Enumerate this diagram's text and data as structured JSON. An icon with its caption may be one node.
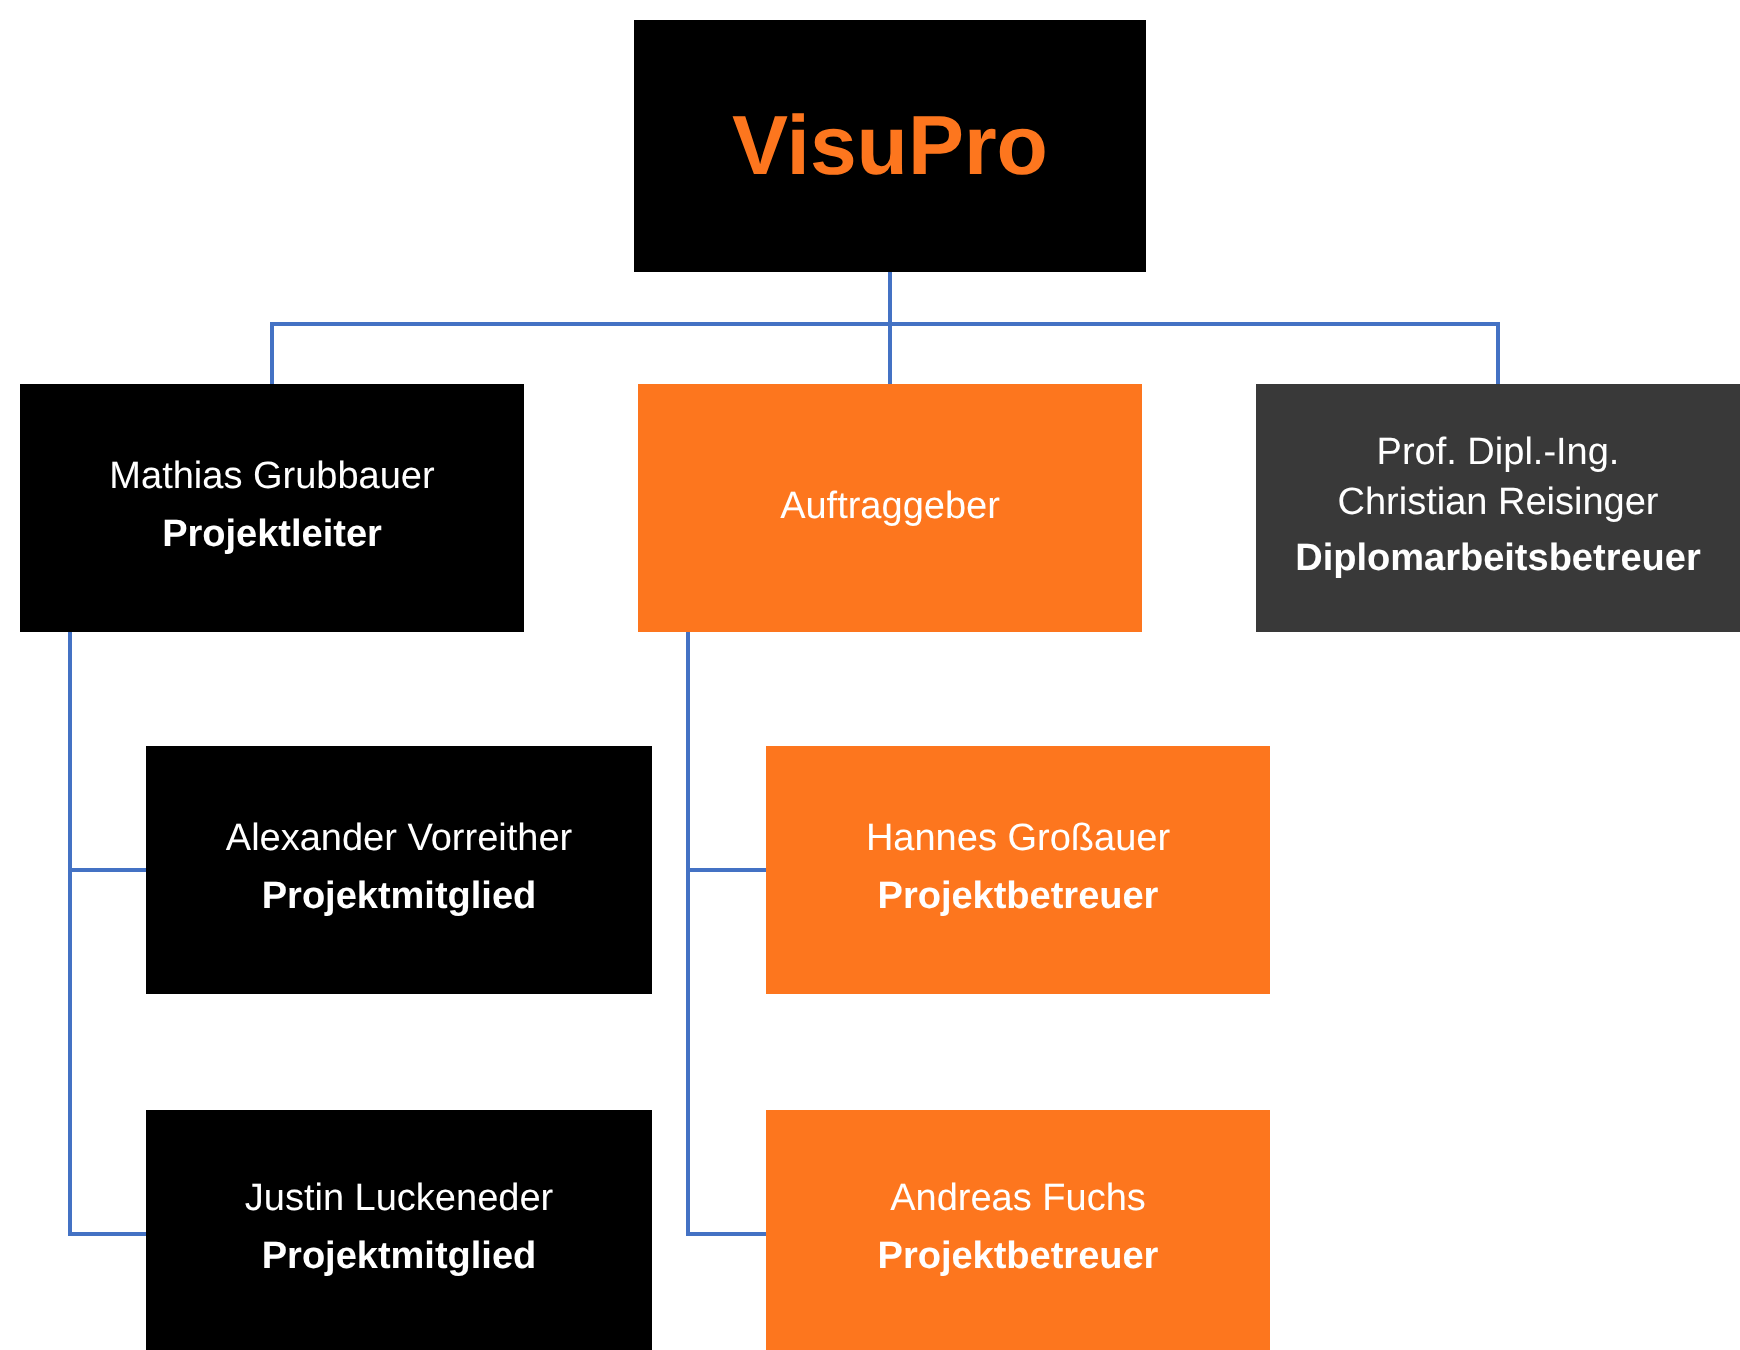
{
  "diagram": {
    "nodes": [
      {
        "text": [
          "VisuPro"
        ]
      },
      {
        "text": [
          "Mathias Grubbauer",
          "Projektleiter"
        ]
      },
      {
        "text": [
          "Auftraggeber"
        ]
      },
      {
        "text": [
          "Prof. Dipl.-Ing. Christian Reisinger",
          "Diplomarbeitsbetreuer"
        ]
      },
      {
        "text": [
          "Alexander Vorreither",
          "Projektmitglied"
        ]
      },
      {
        "text": [
          "Justin Luckeneder",
          "Projektmitglied"
        ]
      },
      {
        "text": [
          "Hannes Großauer",
          "Projektbetreuer"
        ]
      },
      {
        "text": [
          "Andreas Fuchs",
          "Projektbetreuer"
        ]
      }
    ],
    "edges": [
      {
        "from": 0,
        "to": 1,
        "arrow": "none"
      },
      {
        "from": 0,
        "to": 2,
        "arrow": "none"
      },
      {
        "from": 0,
        "to": 3,
        "arrow": "none"
      },
      {
        "from": 1,
        "to": 4,
        "arrow": "none"
      },
      {
        "from": 1,
        "to": 5,
        "arrow": "none"
      },
      {
        "from": 2,
        "to": 6,
        "arrow": "none"
      },
      {
        "from": 2,
        "to": 7,
        "arrow": "none"
      }
    ]
  }
}
